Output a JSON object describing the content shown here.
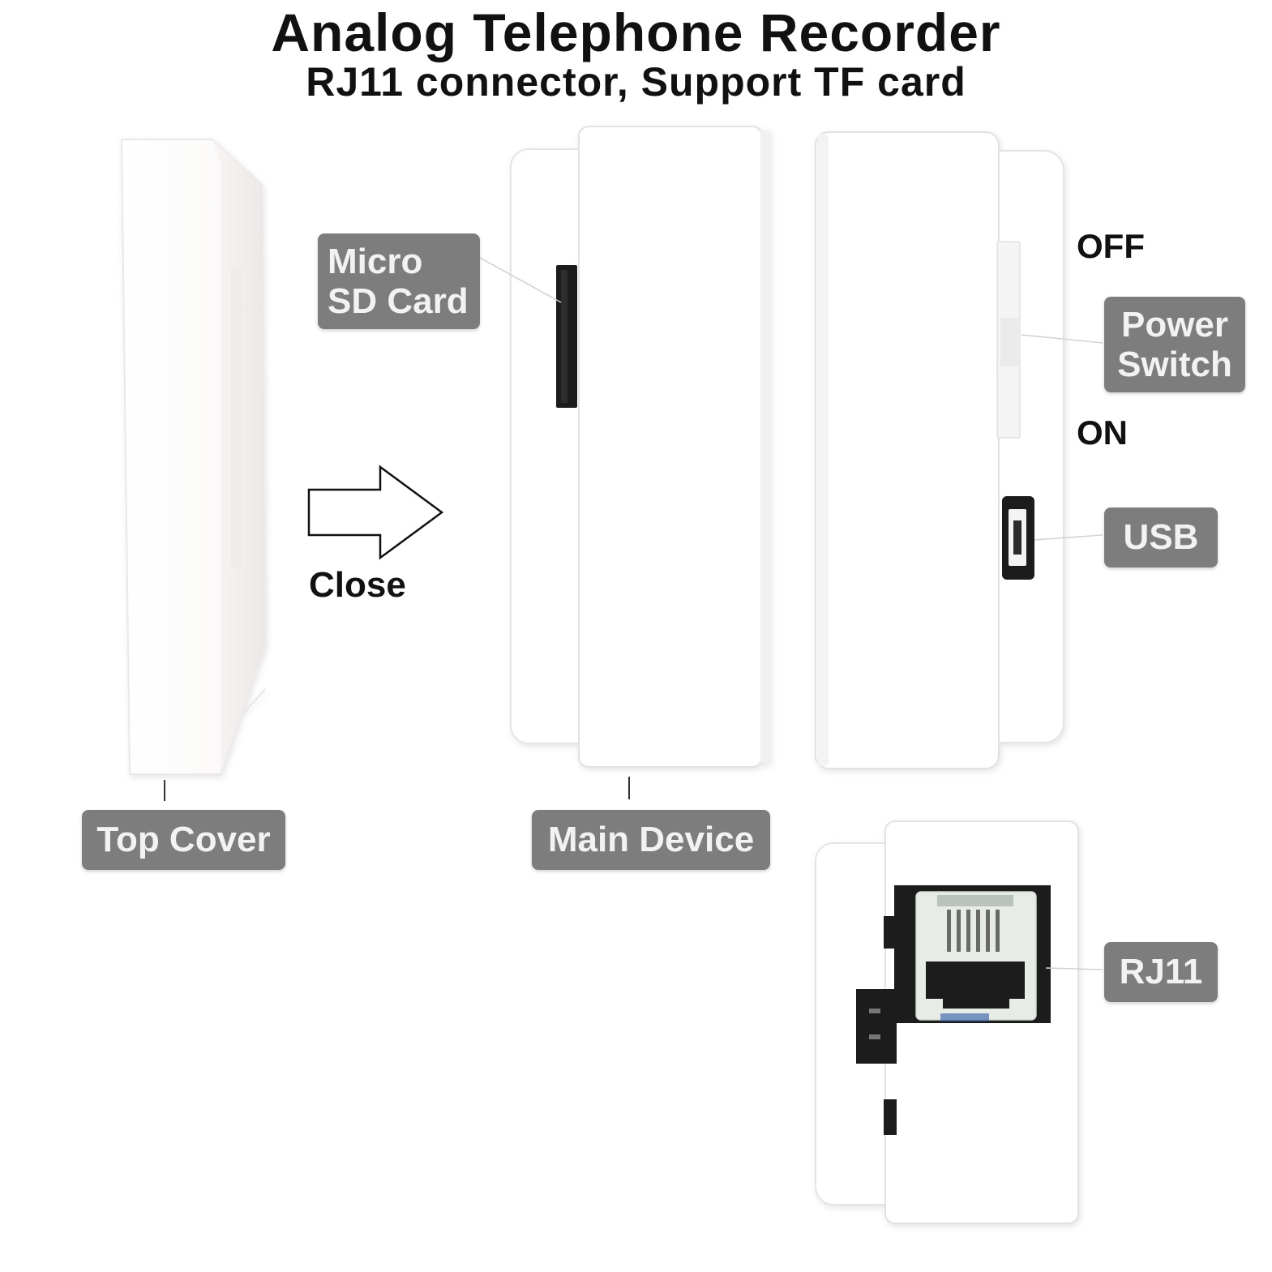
{
  "header": {
    "title": "Analog Telephone Recorder",
    "subtitle": "RJ11 connector, Support TF card"
  },
  "labels": {
    "micro_sd_line1": "Micro",
    "micro_sd_line2": "SD Card",
    "power_line1": "Power",
    "power_line2": "Switch",
    "usb": "USB",
    "rj11": "RJ11",
    "top_cover": "Top Cover",
    "main_device": "Main Device"
  },
  "switch_states": {
    "off": "OFF",
    "on": "ON"
  },
  "arrow_caption": "Close",
  "colors": {
    "label_bg": "#7d7d7d",
    "label_text": "#f2f2f2",
    "device_body": "#ffffff",
    "device_edge": "#e3e3e3"
  }
}
